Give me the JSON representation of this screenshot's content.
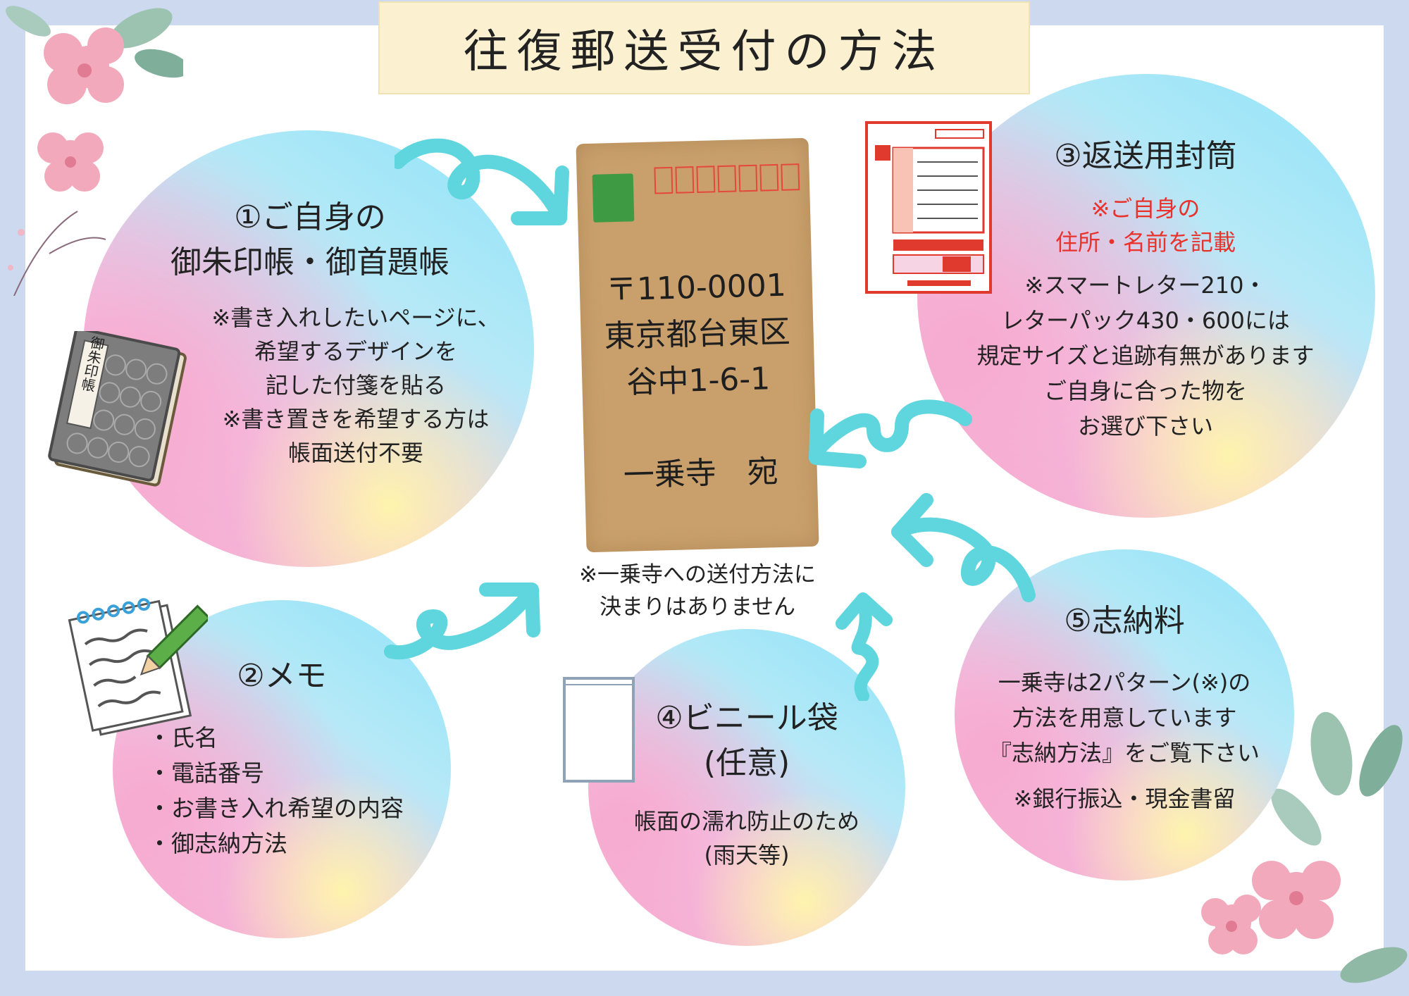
{
  "title": "往復郵送受付の方法",
  "step1": {
    "heading1": "①ご自身の",
    "heading2": "御朱印帳・御首題帳",
    "lines": [
      "※書き入れしたいページに、",
      "希望するデザインを",
      "記した付箋を貼る",
      "※書き置きを希望する方は",
      "帳面送付不要"
    ]
  },
  "step2": {
    "heading": "②メモ",
    "items": [
      "・氏名",
      "・電話番号",
      "・お書き入れ希望の内容",
      "・御志納方法"
    ]
  },
  "step3": {
    "heading": "③返送用封筒",
    "red1": "※ご自身の",
    "red2": "住所・名前を記載",
    "lines": [
      "※スマートレター210・",
      "レターパック430・600には",
      "規定サイズと追跡有無があります",
      "ご自身に合った物を",
      "お選び下さい"
    ]
  },
  "step4": {
    "heading1": "④ビニール袋",
    "heading2": "(任意)",
    "lines": [
      "帳面の濡れ防止のため",
      "(雨天等)"
    ]
  },
  "step5": {
    "heading": "⑤志納料",
    "lines": [
      "一乗寺は2パターン(※)の",
      "方法を用意しています",
      "『志納方法』をご覧下さい"
    ],
    "note": "※銀行振込・現金書留"
  },
  "envelope": {
    "postal": "〒110-0001",
    "address1": "東京都台東区",
    "address2": "谷中1-6-1",
    "recipient": "一乗寺　宛"
  },
  "center_note": [
    "※一乗寺への送付方法に",
    "決まりはありません"
  ],
  "book_label": "御朱印帳",
  "colors": {
    "background": "#cdd9ef",
    "arrow": "#5fd6de",
    "title_bg": "#fbf0cf",
    "red_text": "#e8322c",
    "stamp": "#3f9a44",
    "envelope": "#c9a06c"
  }
}
